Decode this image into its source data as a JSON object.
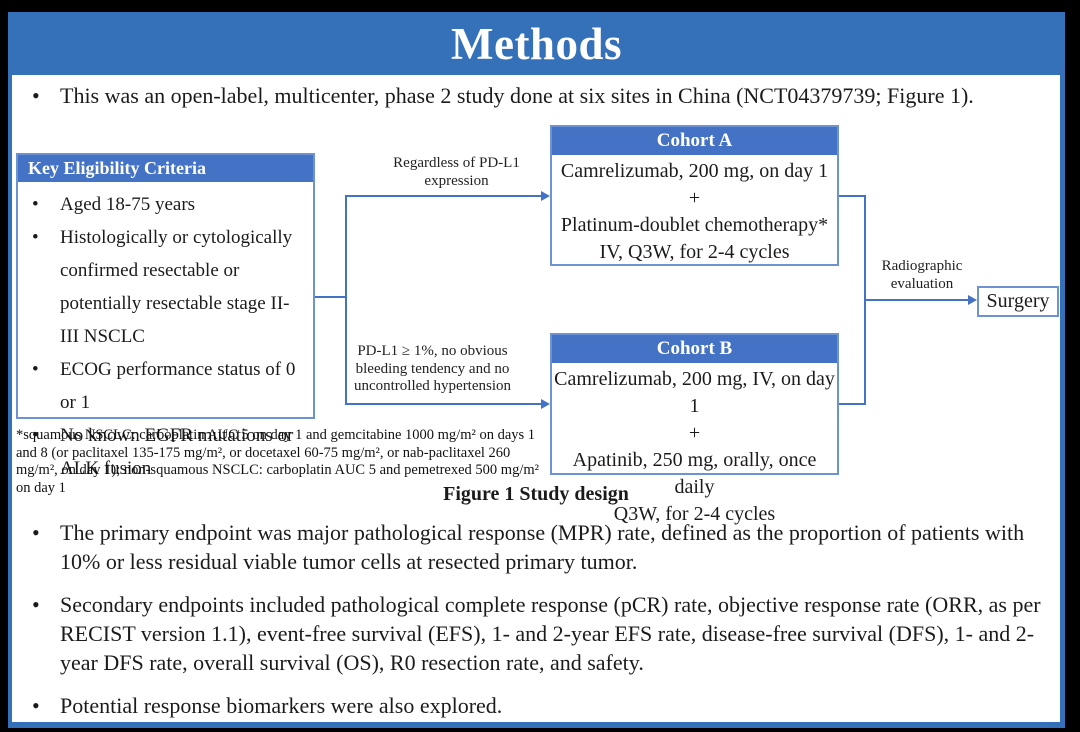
{
  "glyphs": {
    "bullet": "•"
  },
  "colors": {
    "band_blue": "#3571B8",
    "header_blue": "#4472C4",
    "border_blue": "#6D93D2",
    "line_blue": "#4472C4"
  },
  "slide": {
    "title": "Methods",
    "intro_bullet": "This was an open-label, multicenter, phase 2 study done at six sites in China (NCT04379739; Figure 1)."
  },
  "figure": {
    "caption": "Figure 1 Study design",
    "eligibility": {
      "header": "Key Eligibility Criteria",
      "items": [
        "Aged 18-75 years",
        "Histologically or cytologically confirmed resectable or potentially resectable stage II-III NSCLC",
        "ECOG performance status of 0 or 1",
        "No known EGFR mutations or ALK fusion"
      ]
    },
    "branch_labels": {
      "top": "Regardless of PD-L1 expression",
      "bottom": "PD-L1 ≥ 1%, no obvious bleeding tendency and no uncontrolled hypertension",
      "right": "Radiographic evaluation"
    },
    "cohort_a": {
      "header": "Cohort A",
      "lines": [
        "Camrelizumab, 200 mg, on day 1",
        "+",
        "Platinum-doublet chemotherapy*",
        "IV, Q3W, for 2-4 cycles"
      ]
    },
    "cohort_b": {
      "header": "Cohort B",
      "lines": [
        "Camrelizumab, 200 mg, IV, on day 1",
        "+",
        "Apatinib, 250 mg, orally, once daily",
        "Q3W, for 2-4 cycles"
      ]
    },
    "surgery_label": "Surgery",
    "footnote": "*squamous NSCLC: carboplatin AUC 5 on day 1 and gemcitabine 1000 mg/m² on days 1 and 8 (or paclitaxel 135-175 mg/m², or docetaxel 60-75 mg/m², or nab-paclitaxel 260 mg/m², on day 1); non-squamous NSCLC: carboplatin AUC 5 and pemetrexed 500 mg/m² on day 1"
  },
  "endpoint_bullets": [
    "The primary endpoint was major pathological response (MPR) rate, defined as the proportion of patients with 10% or less residual viable tumor cells at resected primary tumor.",
    "Secondary endpoints included pathological complete response (pCR) rate, objective response rate (ORR, as per RECIST version 1.1), event-free survival (EFS), 1- and 2-year EFS rate, disease-free survival (DFS), 1- and 2-year DFS rate, overall survival (OS), R0 resection rate, and safety.",
    "Potential response biomarkers were also explored."
  ]
}
